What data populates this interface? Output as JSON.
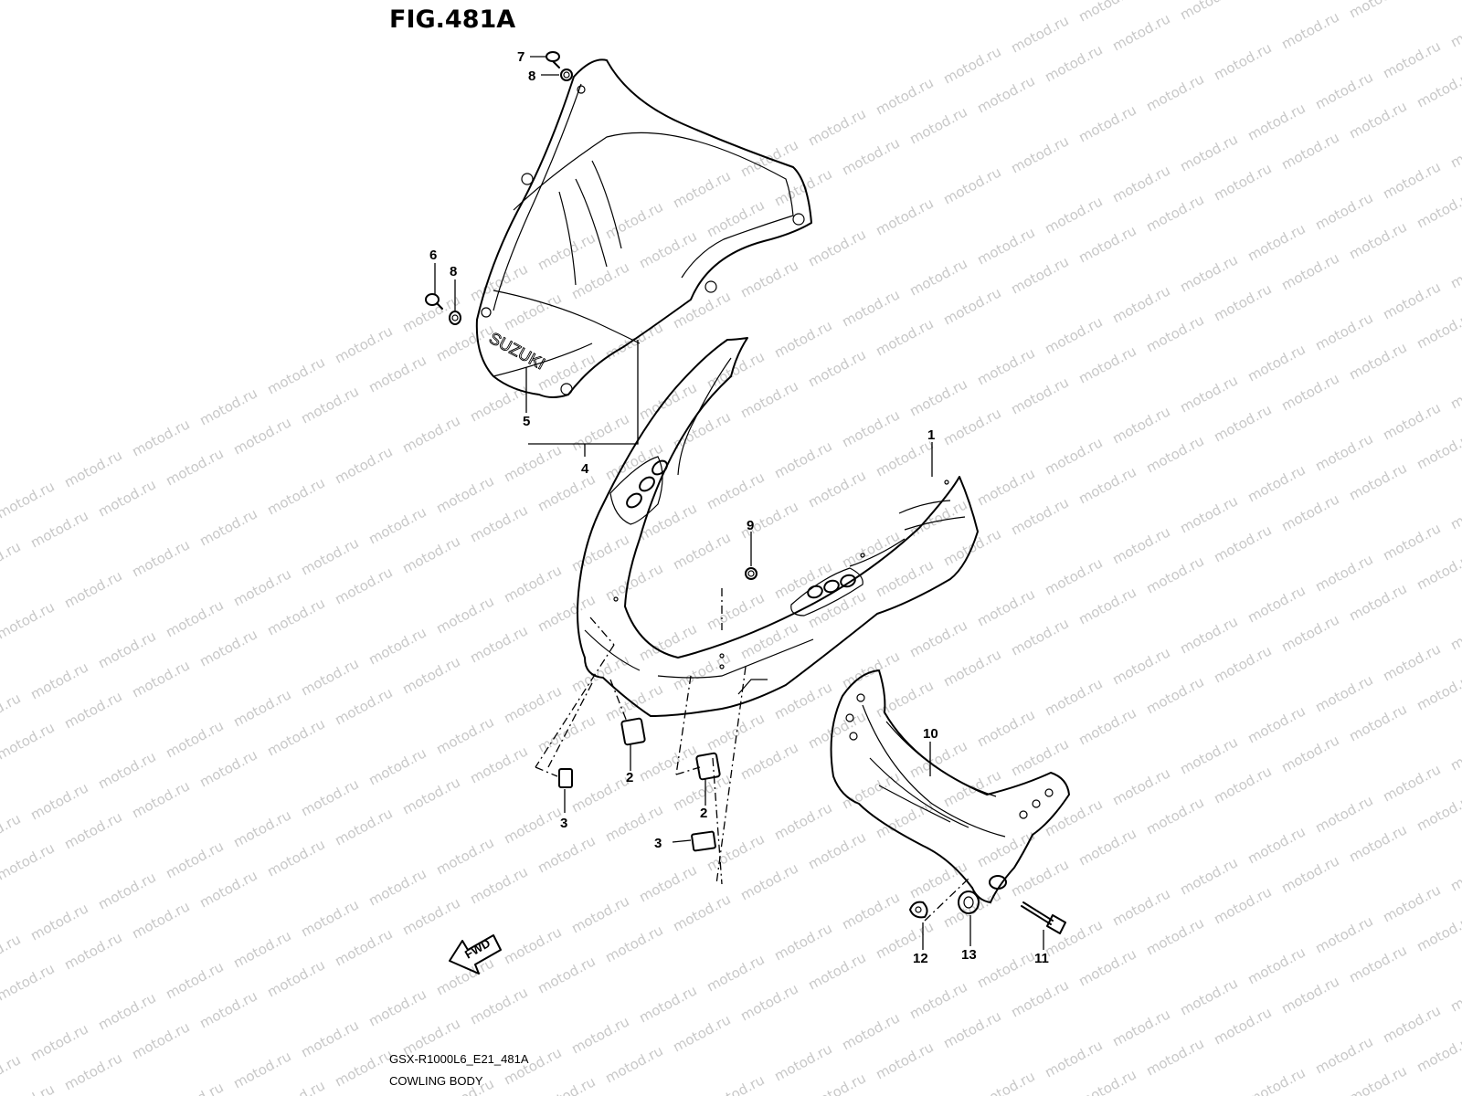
{
  "figure": {
    "title": "FIG.481A",
    "model_code": "GSX-R1000L6_E21_481A",
    "section_name": "COWLING BODY"
  },
  "watermark": {
    "text": "motod.ru"
  },
  "windscreen": {
    "brand_text": "SUZUKI"
  },
  "direction_marker": {
    "label": "FWD"
  },
  "callouts": [
    "7",
    "8",
    "6",
    "8",
    "5",
    "4",
    "1",
    "9",
    "10",
    "2",
    "2",
    "3",
    "3",
    "12",
    "13",
    "11"
  ]
}
